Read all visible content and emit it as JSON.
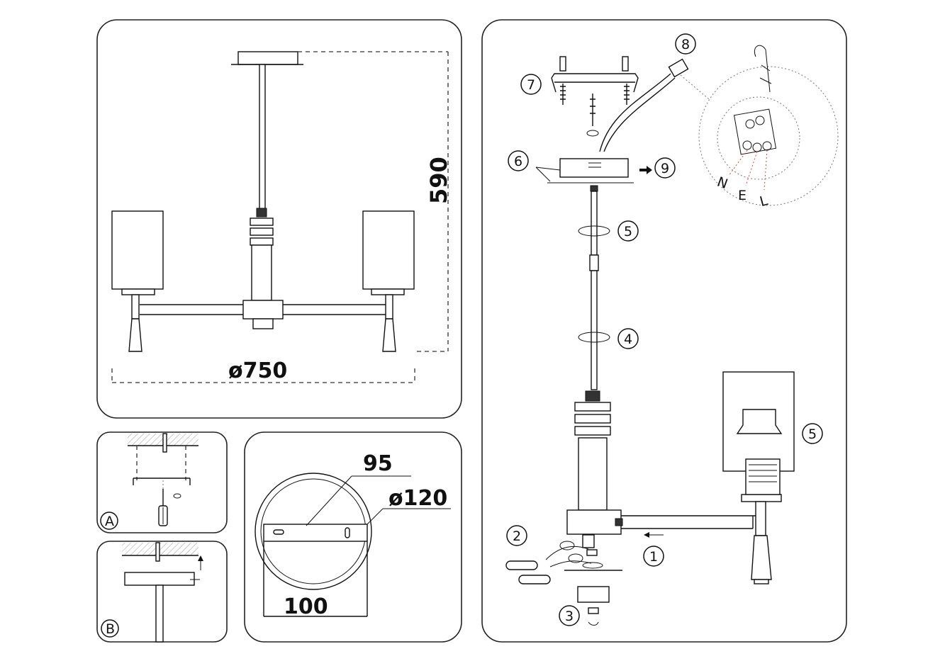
{
  "dimensions": {
    "height": "590",
    "diameter": "ø750",
    "plate_hole": "95",
    "plate_diameter": "ø120",
    "plate_width": "100"
  },
  "steps": {
    "a": "A",
    "b": "B",
    "n1": "1",
    "n2": "2",
    "n3": "3",
    "n4": "4",
    "n5a": "5",
    "n5b": "5",
    "n6": "6",
    "n7": "7",
    "n8": "8",
    "n9": "9"
  },
  "wiring": {
    "neutral": "N",
    "earth": "E",
    "live": "L"
  },
  "icons": {
    "arrow": "right-arrow-icon",
    "rotate": "rotate-arrow-icon",
    "screwdriver": "screwdriver-icon"
  }
}
